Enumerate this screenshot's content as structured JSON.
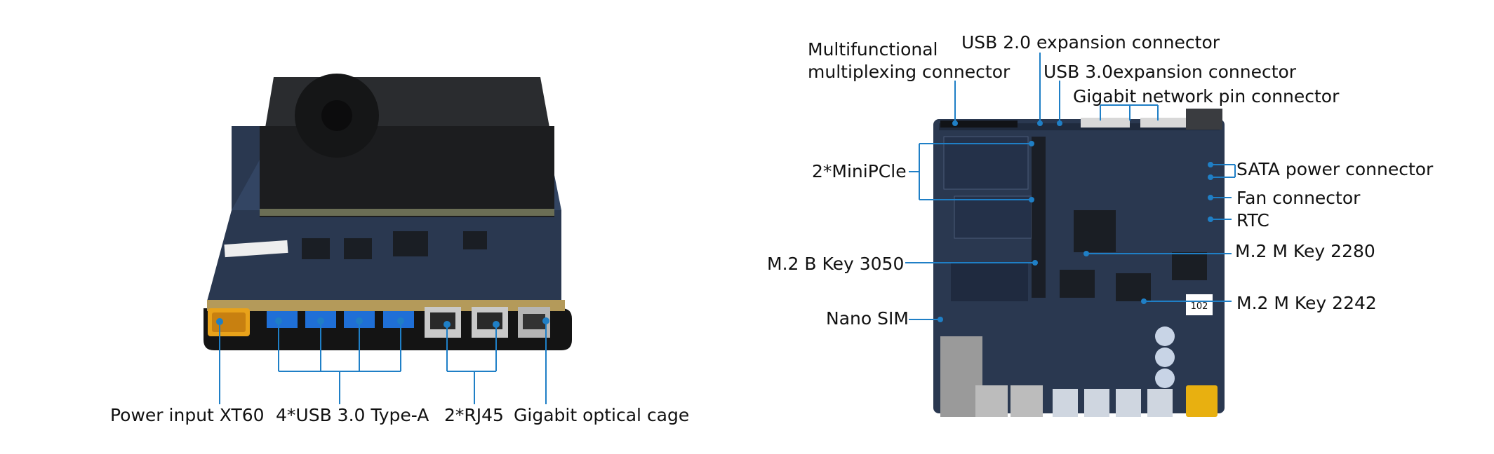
{
  "colors": {
    "leader": "#1f7fc6",
    "pcb": "#2a3850",
    "heatsink": "#202224",
    "base": "#141414",
    "connector_yellow": "#e8a21a",
    "usb_blue": "#1f6fd6"
  },
  "left_labels": {
    "power": "Power input XT60",
    "usb": "4*USB 3.0 Type-A",
    "rj45": "2*RJ45",
    "optical": "Gigabit optical cage"
  },
  "board_sticker": "",
  "right_labels": {
    "multi_line1": "Multifunctional",
    "multi_line2": "multiplexing connector",
    "usb2": "USB 2.0 expansion connector",
    "usb3": "USB 3.0expansion connector",
    "gbe_pin": "Gigabit network pin connector",
    "sata": "SATA power connector",
    "fan": "Fan connector",
    "rtc": "RTC",
    "m2m2280": "M.2 M Key 2280",
    "m2m2242": "M.2 M Key 2242",
    "minipcie": "2*MiniPCle",
    "m2b": "M.2 B Key 3050",
    "nanosim": "Nano SIM"
  },
  "pcb_chip_label": "102"
}
